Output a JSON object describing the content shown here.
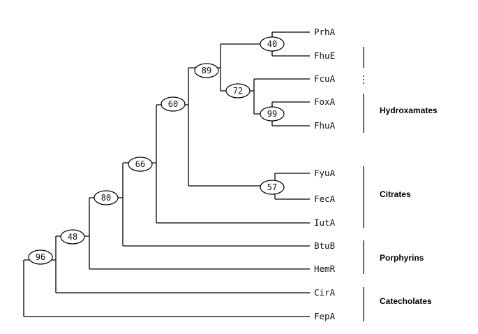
{
  "leaves": [
    "PrhA",
    "FhuE",
    "FcuA",
    "FoxA",
    "FhuA",
    "FyuA",
    "FecA",
    "IutA",
    "BtuB",
    "HemR",
    "CirA",
    "FepA"
  ],
  "bootstrap": [
    "40",
    "72",
    "99",
    "89",
    "57",
    "60",
    "66",
    "80",
    "48",
    "96"
  ],
  "groups": {
    "hydroxamates": "Hydroxamates",
    "citrates": "Citrates",
    "porphyrins": "Porphyrins",
    "catecholates": "Catecholates"
  }
}
